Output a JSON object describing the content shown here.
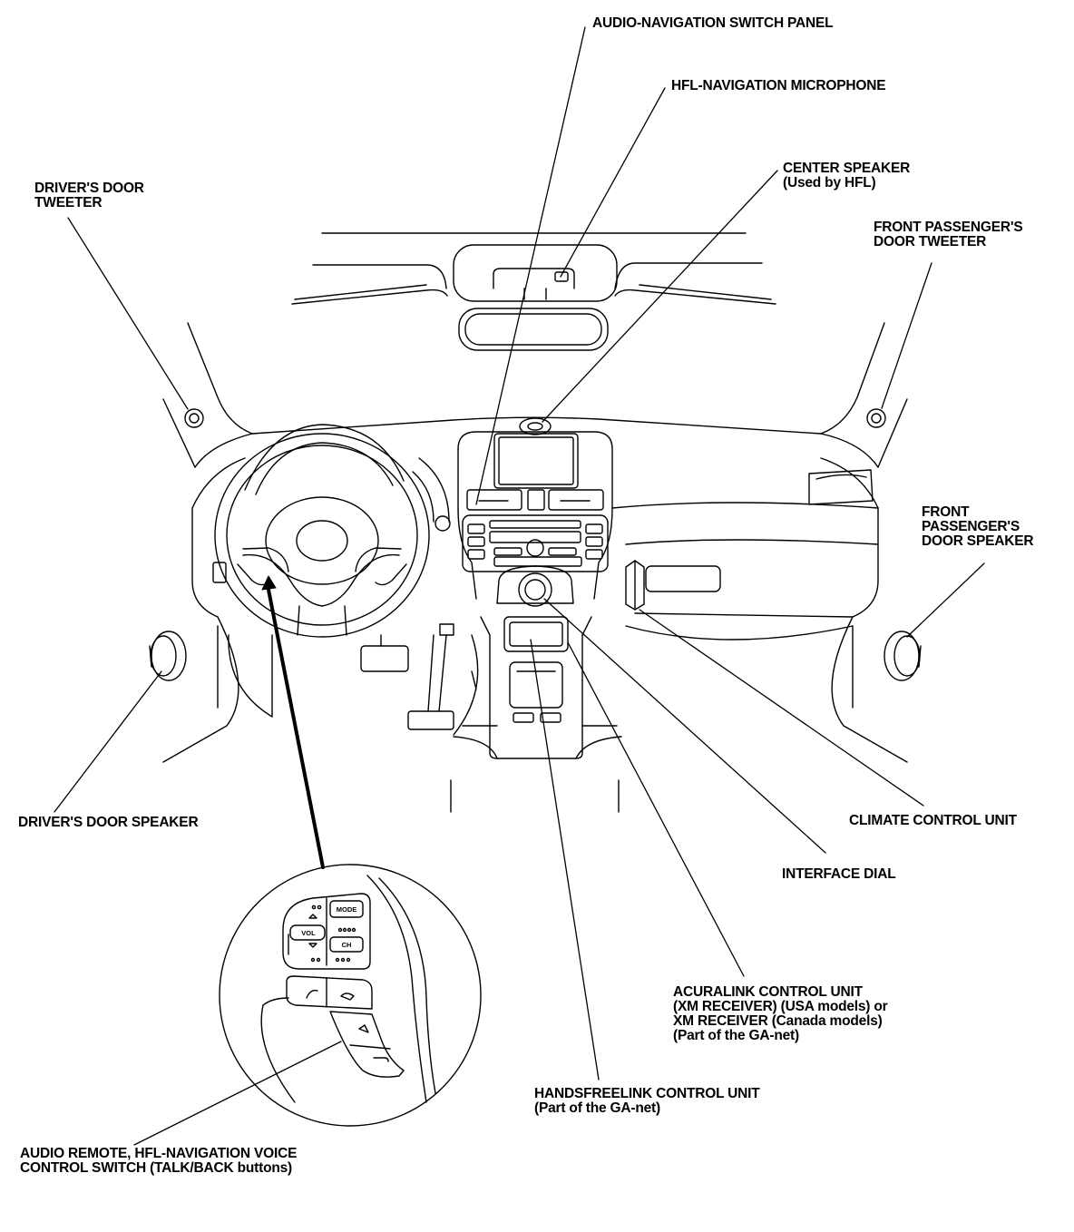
{
  "labels": {
    "audio_nav_switch_panel": [
      "AUDIO-NAVIGATION SWITCH PANEL"
    ],
    "hfl_nav_microphone": [
      "HFL-NAVIGATION MICROPHONE"
    ],
    "center_speaker": [
      "CENTER SPEAKER",
      "(Used by HFL)"
    ],
    "drivers_door_tweeter": [
      "DRIVER'S DOOR",
      "TWEETER"
    ],
    "front_passengers_door_tweeter": [
      "FRONT PASSENGER'S",
      "DOOR TWEETER"
    ],
    "front_passengers_door_speaker": [
      "FRONT",
      "PASSENGER'S",
      "DOOR SPEAKER"
    ],
    "drivers_door_speaker": [
      "DRIVER'S DOOR SPEAKER"
    ],
    "climate_control_unit": [
      "CLIMATE CONTROL UNIT"
    ],
    "interface_dial": [
      "INTERFACE DIAL"
    ],
    "acuralink_control_unit": [
      "ACURALINK CONTROL UNIT",
      "(XM RECEIVER) (USA models) or",
      "XM RECEIVER (Canada models)",
      "(Part of the GA-net)"
    ],
    "handsfreelink_control_unit": [
      "HANDSFREELINK CONTROL UNIT",
      "(Part of the GA-net)"
    ],
    "audio_remote_switch": [
      "AUDIO REMOTE, HFL-NAVIGATION VOICE",
      "CONTROL SWITCH (TALK/BACK buttons)"
    ]
  },
  "switch_buttons": {
    "mode": "MODE",
    "vol": "VOL",
    "ch": "CH"
  }
}
